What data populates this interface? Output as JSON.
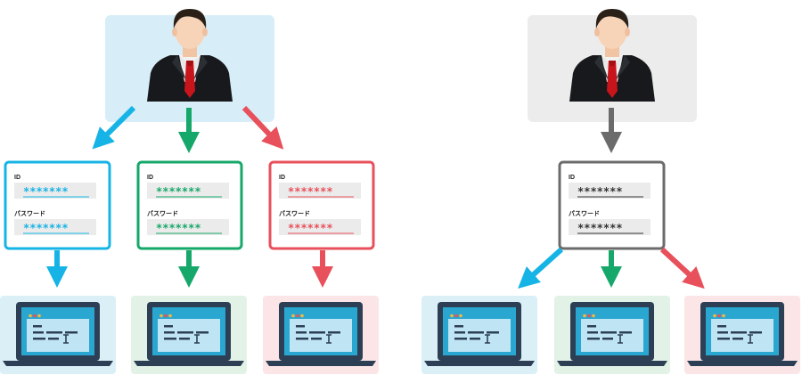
{
  "colors": {
    "blue": "#16b4e6",
    "green": "#16a86a",
    "red": "#e8505b",
    "gray": "#6b6b6b",
    "user_panel_blue": "#d7eef8",
    "user_panel_gray": "#ececec",
    "laptop_bg_blue": "#dbeff7",
    "laptop_bg_green": "#e2f2e6",
    "laptop_bg_red": "#fbe5e6",
    "laptop_frame": "#2d3f55",
    "laptop_screen": "#2aa7d1"
  },
  "left_group": {
    "user_icon": "businessman-icon",
    "credentials": [
      {
        "id_label": "ID",
        "id_value": "*******",
        "password_label": "パスワード",
        "password_value": "*******",
        "color": "blue"
      },
      {
        "id_label": "ID",
        "id_value": "*******",
        "password_label": "パスワード",
        "password_value": "*******",
        "color": "green"
      },
      {
        "id_label": "ID",
        "id_value": "*******",
        "password_label": "パスワード",
        "password_value": "*******",
        "color": "red"
      }
    ],
    "systems": [
      {
        "icon": "laptop-icon",
        "color": "blue"
      },
      {
        "icon": "laptop-icon",
        "color": "green"
      },
      {
        "icon": "laptop-icon",
        "color": "red"
      }
    ]
  },
  "right_group": {
    "user_icon": "businessman-icon",
    "credential": {
      "id_label": "ID",
      "id_value": "*******",
      "password_label": "パスワード",
      "password_value": "*******",
      "color": "gray"
    },
    "systems": [
      {
        "icon": "laptop-icon",
        "color": "blue"
      },
      {
        "icon": "laptop-icon",
        "color": "green"
      },
      {
        "icon": "laptop-icon",
        "color": "red"
      }
    ]
  }
}
